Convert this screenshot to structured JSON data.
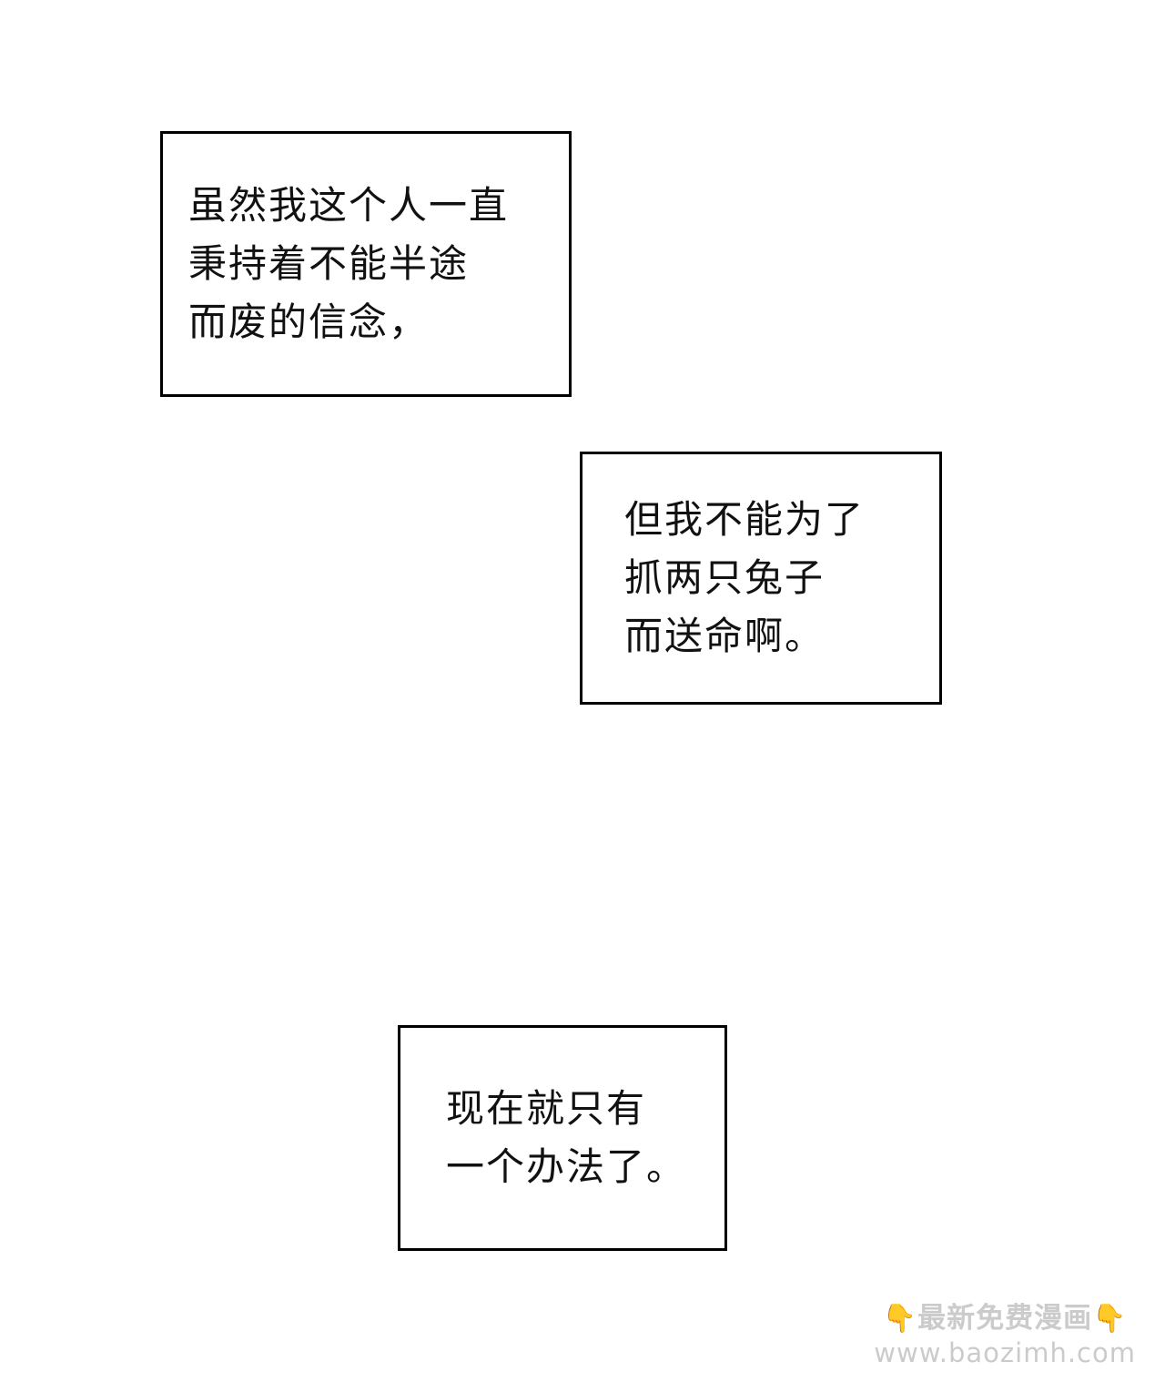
{
  "page": {
    "background_color": "#ffffff",
    "panel_border_color": "#000000",
    "text_color": "#111111"
  },
  "panels": [
    {
      "id": "caption-box-1",
      "lines": [
        "虽然我这个人一直",
        "秉持着不能半途",
        "而废的信念，"
      ]
    },
    {
      "id": "caption-box-2",
      "lines": [
        "但我不能为了",
        "抓两只兔子",
        "而送命啊。"
      ]
    },
    {
      "id": "caption-box-3",
      "lines": [
        "现在就只有",
        "一个办法了。"
      ]
    }
  ],
  "watermark": {
    "pointer_icon": "👇",
    "title": "最新免费漫画",
    "url": "www.baozimh.com",
    "color": "#cbcbcb",
    "pointer_color": "#f4c042"
  }
}
